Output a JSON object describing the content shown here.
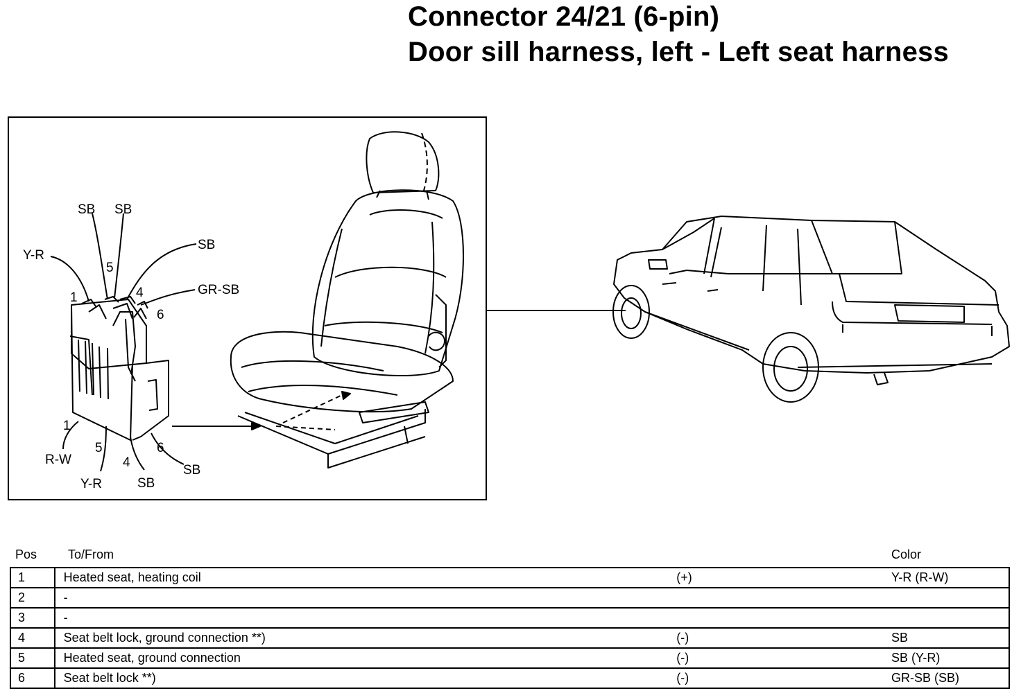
{
  "title": {
    "line1": "Connector 24/21 (6-pin)",
    "line2": "Door sill harness, left - Left seat harness"
  },
  "diagram": {
    "connector_top_labels": {
      "sb_a": "SB",
      "sb_b": "SB",
      "yr": "Y-R",
      "sb_c": "SB",
      "grsb": "GR-SB",
      "pin5": "5",
      "pin1": "1",
      "pin4": "4",
      "pin6": "6"
    },
    "connector_bottom_labels": {
      "pin1": "1",
      "rw": "R-W",
      "pin5": "5",
      "yr": "Y-R",
      "pin4": "4",
      "sb_a": "SB",
      "pin6": "6",
      "sb_b": "SB"
    }
  },
  "table": {
    "headers": {
      "pos": "Pos",
      "to_from": "To/From",
      "color": "Color"
    },
    "rows": [
      {
        "pos": "1",
        "desc": "Heated seat, heating coil",
        "sign": "(+)",
        "color": "Y-R (R-W)"
      },
      {
        "pos": "2",
        "desc": "-",
        "sign": "",
        "color": ""
      },
      {
        "pos": "3",
        "desc": "-",
        "sign": "",
        "color": ""
      },
      {
        "pos": "4",
        "desc": "Seat belt lock, ground connection  **)",
        "sign": "(-)",
        "color": "SB"
      },
      {
        "pos": "5",
        "desc": "Heated seat, ground connection",
        "sign": "(-)",
        "color": "SB (Y-R)"
      },
      {
        "pos": "6",
        "desc": "Seat belt lock  **)",
        "sign": "(-)",
        "color": "GR-SB (SB)"
      }
    ]
  }
}
